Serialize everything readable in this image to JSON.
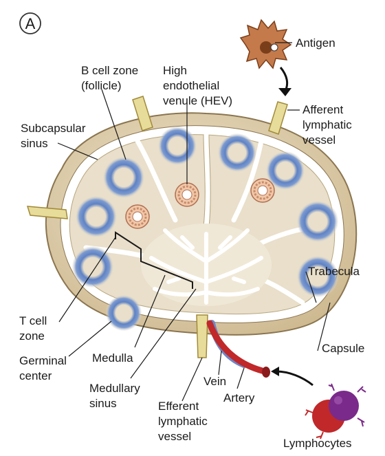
{
  "panel_letter": "A",
  "labels": {
    "antigen": "Antigen",
    "b_cell_zone": [
      "B cell zone",
      "(follicle)"
    ],
    "hev": [
      "High",
      "endothelial",
      "venule (HEV)"
    ],
    "afferent": [
      "Afferent",
      "lymphatic",
      "vessel"
    ],
    "subcapsular": [
      "Subcapsular",
      "sinus"
    ],
    "trabecula": "Trabecula",
    "t_cell_zone": [
      "T cell",
      "zone"
    ],
    "germinal_center": [
      "Germinal",
      "center"
    ],
    "medulla": "Medulla",
    "medullary_sinus": [
      "Medullary",
      "sinus"
    ],
    "efferent": [
      "Efferent",
      "lymphatic",
      "vessel"
    ],
    "vein": "Vein",
    "artery": "Artery",
    "capsule": "Capsule",
    "lymphocytes": "Lymphocytes"
  },
  "colors": {
    "capsule": "#d9c7a3",
    "capsule_edge": "#8a7550",
    "sinus": "#ffffff",
    "cortex": "#e9dfca",
    "follicle": "#6f8fc8",
    "lymph_vessel": "#e8dc9a",
    "artery": "#c0282a",
    "vein": "#6f86c6",
    "antigen_cell": "#c47a4a",
    "lymphocyte_purple": "#7a2a8a",
    "lymphocyte_red": "#c0282a"
  }
}
